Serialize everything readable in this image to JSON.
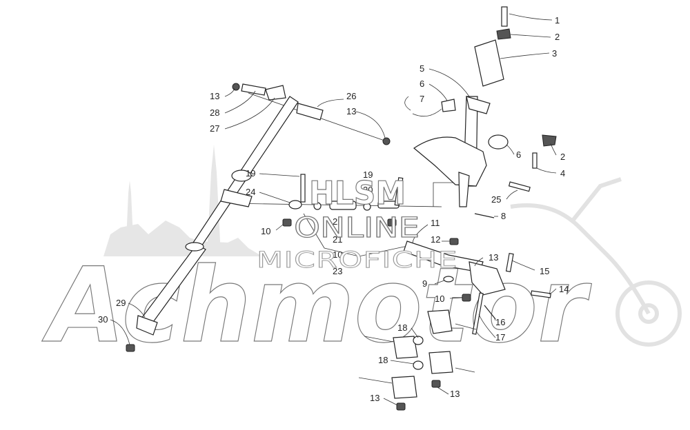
{
  "watermark": {
    "title": "HLSM",
    "line2": "ONLINE",
    "line3": "MICROFICHE",
    "brand": "Achmotor"
  },
  "callouts": [
    {
      "id": "c1",
      "text": "1"
    },
    {
      "id": "c2a",
      "text": "2"
    },
    {
      "id": "c3",
      "text": "3"
    },
    {
      "id": "c5",
      "text": "5"
    },
    {
      "id": "c6a",
      "text": "6"
    },
    {
      "id": "c7",
      "text": "7"
    },
    {
      "id": "c26",
      "text": "26"
    },
    {
      "id": "c13a",
      "text": "13"
    },
    {
      "id": "c13b",
      "text": "13"
    },
    {
      "id": "c28",
      "text": "28"
    },
    {
      "id": "c27",
      "text": "27"
    },
    {
      "id": "c6b",
      "text": "6"
    },
    {
      "id": "c2b",
      "text": "2"
    },
    {
      "id": "c4",
      "text": "4"
    },
    {
      "id": "c19a",
      "text": "19"
    },
    {
      "id": "c19b",
      "text": "19"
    },
    {
      "id": "c20",
      "text": "20"
    },
    {
      "id": "c24",
      "text": "24"
    },
    {
      "id": "c25",
      "text": "25"
    },
    {
      "id": "c8",
      "text": "8"
    },
    {
      "id": "c10a",
      "text": "10"
    },
    {
      "id": "c22",
      "text": "22"
    },
    {
      "id": "c11",
      "text": "11"
    },
    {
      "id": "c21",
      "text": "21"
    },
    {
      "id": "c12",
      "text": "12"
    },
    {
      "id": "c10b",
      "text": "10"
    },
    {
      "id": "c23",
      "text": "23"
    },
    {
      "id": "c13c",
      "text": "13"
    },
    {
      "id": "c15",
      "text": "15"
    },
    {
      "id": "c9",
      "text": "9"
    },
    {
      "id": "c14",
      "text": "14"
    },
    {
      "id": "c10c",
      "text": "10"
    },
    {
      "id": "c29",
      "text": "29"
    },
    {
      "id": "c16",
      "text": "16"
    },
    {
      "id": "c30",
      "text": "30"
    },
    {
      "id": "c18a",
      "text": "18"
    },
    {
      "id": "c17",
      "text": "17"
    },
    {
      "id": "c18b",
      "text": "18"
    },
    {
      "id": "c13d",
      "text": "13"
    },
    {
      "id": "c13e",
      "text": "13"
    }
  ]
}
